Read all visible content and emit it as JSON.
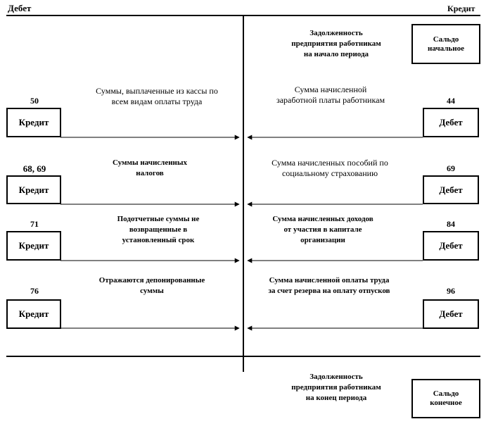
{
  "header": {
    "debit": "Дебет",
    "credit": "Кредит"
  },
  "top": {
    "text": "Задолженность предприятия работникам на начало периода",
    "box": "Сальдо начальное"
  },
  "rows": [
    {
      "left_num": "50",
      "left_box": "Кредит",
      "left_text": "Суммы, выплаченные из кассы по всем видам оплаты труда",
      "right_text": "Сумма начисленной заработной платы работникам",
      "right_num": "44",
      "right_box": "Дебет"
    },
    {
      "left_num": "68, 69",
      "left_box": "Кредит",
      "left_text": "Суммы начисленных налогов",
      "right_text": "Сумма начисленных пособий по социальному страхованию",
      "right_num": "69",
      "right_box": "Дебет"
    },
    {
      "left_num": "71",
      "left_box": "Кредит",
      "left_text": "Подотчетные суммы не возвращенные в установленный срок",
      "right_text": "Сумма начисленных доходов от участия в капитале организации",
      "right_num": "84",
      "right_box": "Дебет"
    },
    {
      "left_num": "76",
      "left_box": "Кредит",
      "left_text": "Отражаются депонированные суммы",
      "right_text": "Сумма начисленной оплаты труда за счет резерва на оплату отпусков",
      "right_num": "96",
      "right_box": "Дебет"
    }
  ],
  "bottom": {
    "text": "Задолженность предприятия работникам на конец периода",
    "box": "Сальдо конечное"
  }
}
